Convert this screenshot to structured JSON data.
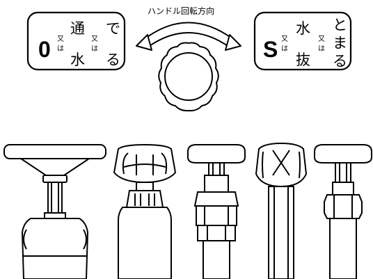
{
  "rotation_caption": "ハンドル回転方向",
  "panel_left": {
    "letter": "0",
    "word_top": "通",
    "word_bottom": "水",
    "verb_top": "で",
    "verb_bottom": "る",
    "conjunction": [
      "又",
      "は"
    ]
  },
  "panel_right": {
    "letter": "S",
    "word_top": "水",
    "word_bottom": "抜",
    "verb_top": "と",
    "verb_mid": "ま",
    "verb_bottom": "る",
    "conjunction": [
      "又",
      "は"
    ]
  },
  "colors": {
    "stroke": "#000000",
    "background": "#ffffff"
  },
  "icons": [
    "rotation-arrow-icon",
    "handwheel-icon",
    "faucet-handle-icon"
  ]
}
